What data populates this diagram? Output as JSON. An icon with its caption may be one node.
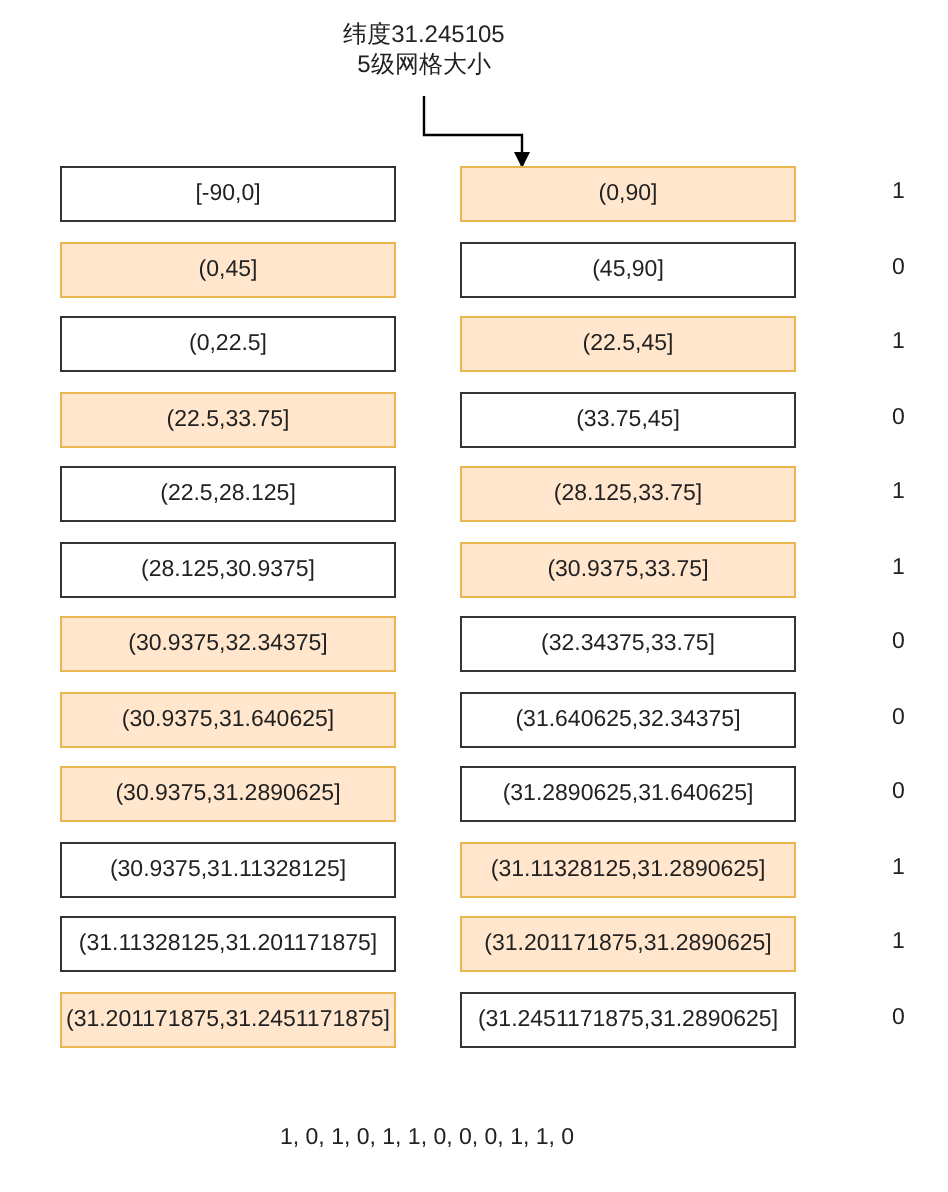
{
  "diagram": {
    "nodes": [
      {
        "text": [
          "纬度31.245105",
          "5级网格大小"
        ]
      },
      {
        "text": [
          "[-90,0]"
        ]
      },
      {
        "text": [
          "(0,90]"
        ]
      },
      {
        "text": [
          "(0,45]"
        ]
      },
      {
        "text": [
          "(45,90]"
        ]
      },
      {
        "text": [
          "(0,22.5]"
        ]
      },
      {
        "text": [
          "(22.5,45]"
        ]
      },
      {
        "text": [
          "(22.5,33.75]"
        ]
      },
      {
        "text": [
          "(33.75,45]"
        ]
      },
      {
        "text": [
          "(22.5,28.125]"
        ]
      },
      {
        "text": [
          "(28.125,33.75]"
        ]
      },
      {
        "text": [
          "(28.125,30.9375]"
        ]
      },
      {
        "text": [
          "(30.9375,33.75]"
        ]
      },
      {
        "text": [
          "(30.9375,32.34375]"
        ]
      },
      {
        "text": [
          "(32.34375,33.75]"
        ]
      },
      {
        "text": [
          "(30.9375,31.640625]"
        ]
      },
      {
        "text": [
          "(31.640625,32.34375]"
        ]
      },
      {
        "text": [
          "(30.9375,31.2890625]"
        ]
      },
      {
        "text": [
          "(31.2890625,31.640625]"
        ]
      },
      {
        "text": [
          "(30.9375,31.11328125]"
        ]
      },
      {
        "text": [
          "(31.11328125,31.2890625]"
        ]
      },
      {
        "text": [
          "(31.11328125,31.201171875]"
        ]
      },
      {
        "text": [
          "(31.201171875,31.2890625]"
        ]
      },
      {
        "text": [
          "(31.201171875,31.2451171875]"
        ]
      },
      {
        "text": [
          "(31.2451171875,31.2890625]"
        ]
      }
    ],
    "edges": [
      {
        "from": 0,
        "to": 2,
        "arrow": "to"
      }
    ],
    "labels": [
      "1",
      "0",
      "1",
      "0",
      "1",
      "1",
      "0",
      "0",
      "0",
      "1",
      "1",
      "0",
      "1, 0, 1, 0, 1, 1, 0, 0, 0, 1, 1, 0"
    ]
  }
}
